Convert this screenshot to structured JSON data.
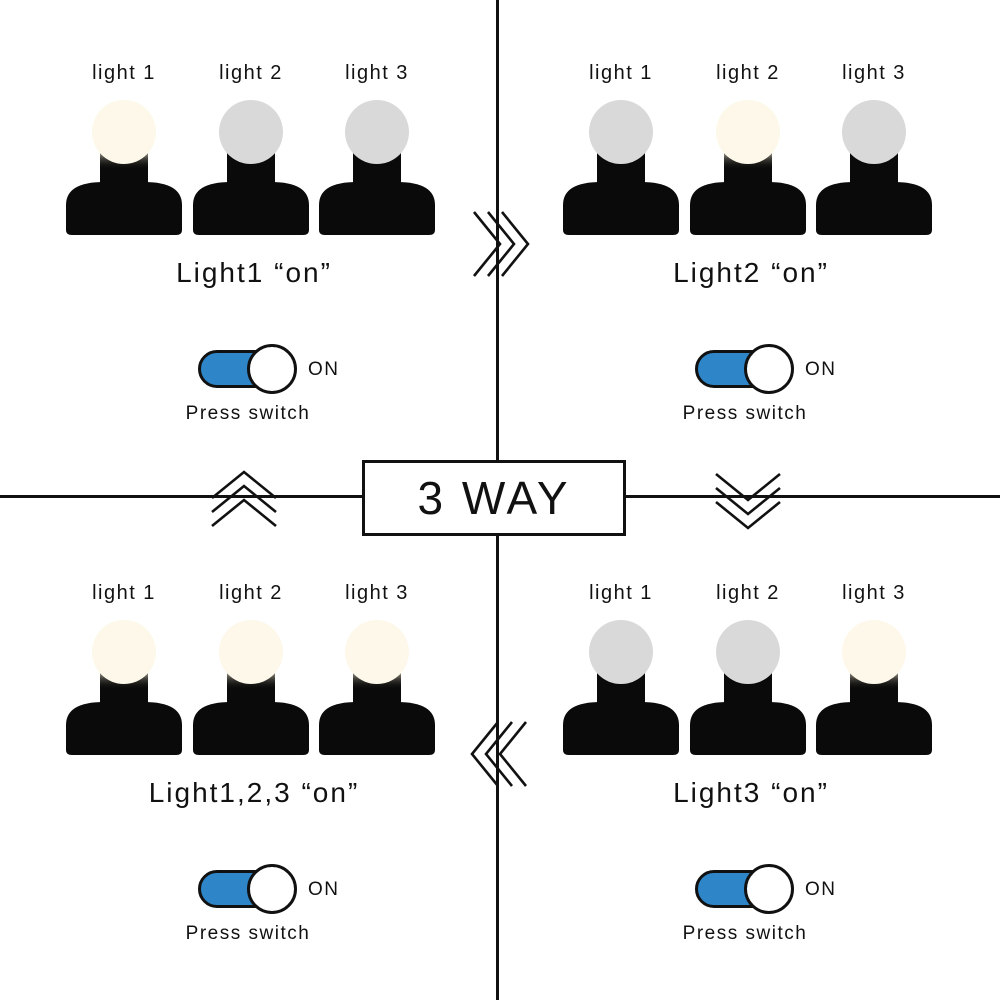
{
  "title": "3 WAY",
  "colors": {
    "lamp_on": "#fdf8e9",
    "lamp_off": "#d9d9d9",
    "base": "#0a0a0a",
    "switch_track": "#2e86c8"
  },
  "quadrants": [
    {
      "id": "top-left",
      "lamps": [
        {
          "label": "light 1",
          "on": true
        },
        {
          "label": "light 2",
          "on": false
        },
        {
          "label": "light 3",
          "on": false
        }
      ],
      "caption": "Light1 “on”",
      "switch": {
        "state_label": "ON",
        "action_label": "Press switch"
      }
    },
    {
      "id": "top-right",
      "lamps": [
        {
          "label": "light 1",
          "on": false
        },
        {
          "label": "light 2",
          "on": true
        },
        {
          "label": "light 3",
          "on": false
        }
      ],
      "caption": "Light2 “on”",
      "switch": {
        "state_label": "ON",
        "action_label": "Press switch"
      }
    },
    {
      "id": "bottom-left",
      "lamps": [
        {
          "label": "light 1",
          "on": true
        },
        {
          "label": "light 2",
          "on": true
        },
        {
          "label": "light 3",
          "on": true
        }
      ],
      "caption": "Light1,2,3 “on”",
      "switch": {
        "state_label": "ON",
        "action_label": "Press switch"
      }
    },
    {
      "id": "bottom-right",
      "lamps": [
        {
          "label": "light 1",
          "on": false
        },
        {
          "label": "light 2",
          "on": false
        },
        {
          "label": "light 3",
          "on": true
        }
      ],
      "caption": "Light3 “on”",
      "switch": {
        "state_label": "ON",
        "action_label": "Press switch"
      }
    }
  ],
  "arrows": [
    {
      "name": "arrow-right-icon",
      "direction": "right"
    },
    {
      "name": "arrow-down-icon",
      "direction": "down"
    },
    {
      "name": "arrow-left-icon",
      "direction": "left"
    },
    {
      "name": "arrow-up-icon",
      "direction": "up"
    }
  ]
}
